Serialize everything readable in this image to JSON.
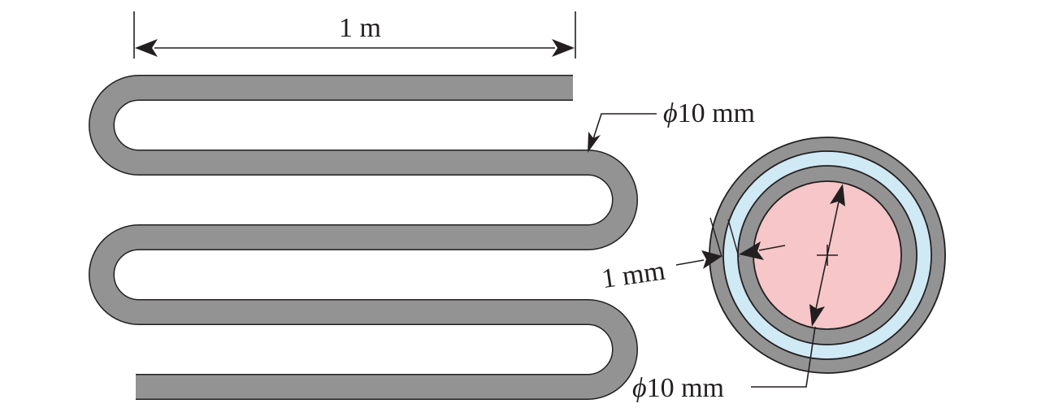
{
  "labels": {
    "length": "1 m",
    "tube_diameter_symbol": "ϕ",
    "tube_diameter_value": "10 mm",
    "wall_thickness": "1 mm",
    "inner_diameter_symbol": "ϕ",
    "inner_diameter_value": "10 mm"
  },
  "colors": {
    "tube_fill": "#939393",
    "tube_stroke": "#231f20",
    "coolant_layer": "#cfe9f5",
    "core_fill": "#f6c6c8",
    "line": "#231f20"
  }
}
